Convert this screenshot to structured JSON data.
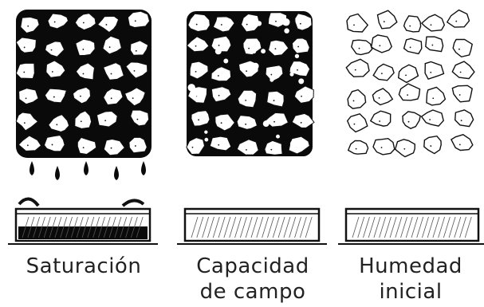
{
  "panels": [
    {
      "id": "saturacion",
      "label_lines": [
        "Saturación"
      ],
      "state": "saturated"
    },
    {
      "id": "capacidad",
      "label_lines": [
        "Capacidad",
        "de campo"
      ],
      "state": "field-capacity"
    },
    {
      "id": "humedad",
      "label_lines": [
        "Humedad",
        "inicial"
      ],
      "state": "initial-moisture"
    }
  ],
  "colors": {
    "ink": "#111111",
    "paper": "#ffffff",
    "water": "#0a0a0a",
    "hatch": "#555555"
  }
}
